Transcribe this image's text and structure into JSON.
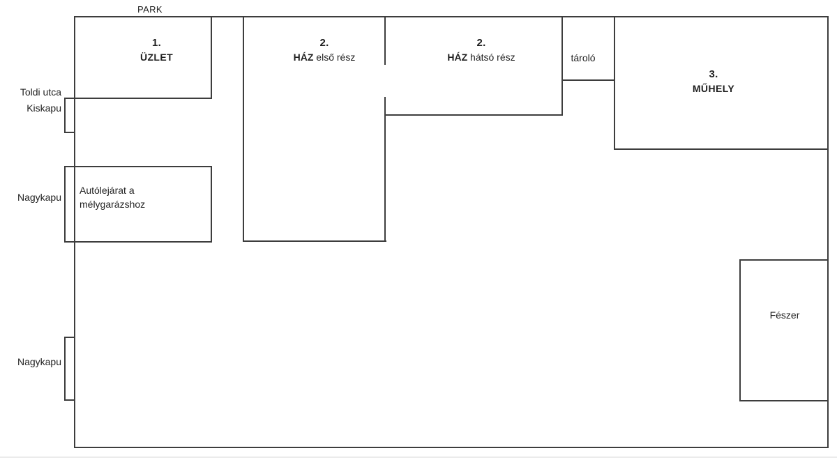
{
  "theme": {
    "bg_color": "#ffffff",
    "line_color": "#3d3d3d",
    "text_color": "#1f1f1f",
    "faint_color": "#ebebeb"
  },
  "labels": {
    "park": "PARK",
    "toldi_utca": "Toldi utca",
    "kiskapu": "Kiskapu",
    "nagykapu_upper": "Nagykapu",
    "nagykapu_lower": "Nagykapu",
    "driveway_line1": "Autólejárat a",
    "driveway_line2": "mélygarázshoz",
    "tarolo": "tároló",
    "feszer": "Fészer"
  },
  "rooms": {
    "uzlet": {
      "number": "1.",
      "name": "ÜZLET"
    },
    "haz_elso": {
      "number": "2.",
      "name_bold": "HÁZ",
      "name_rest": " első rész"
    },
    "haz_hatso": {
      "number": "2.",
      "name_bold": "HÁZ",
      "name_rest": " hátsó rész"
    },
    "muhely": {
      "number": "3.",
      "name": "MŰHELY"
    }
  }
}
